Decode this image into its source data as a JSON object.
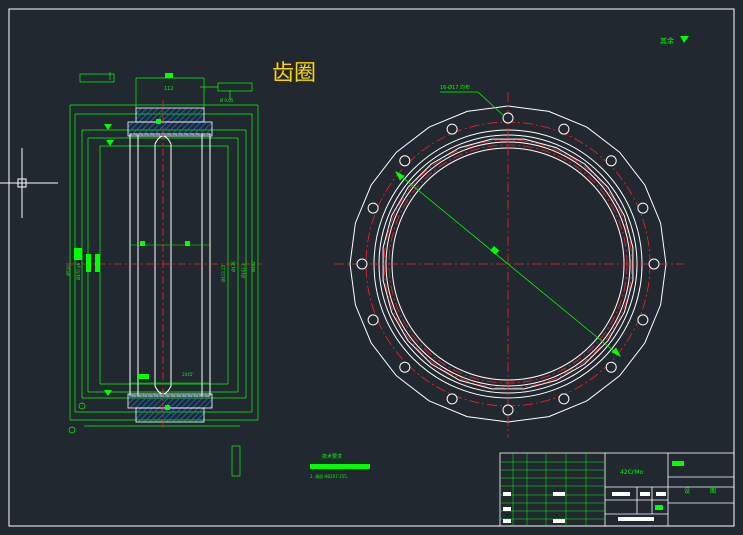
{
  "drawing": {
    "title": "齿圈",
    "material": "42CrMo",
    "hole_callout": "16-Ø17 均布",
    "tech_req_title": "技术要求",
    "tech_req_note": "1. 调质 HB207-255.",
    "roughness_other": "其余",
    "company_a": "设",
    "company_b": "图"
  },
  "colors": {
    "background": "#212830",
    "outline": "#ffffff",
    "dimension": "#00ff00",
    "centerline": "#ff2020",
    "title_text": "#ffd700",
    "hatch": "#1a6fd0"
  }
}
